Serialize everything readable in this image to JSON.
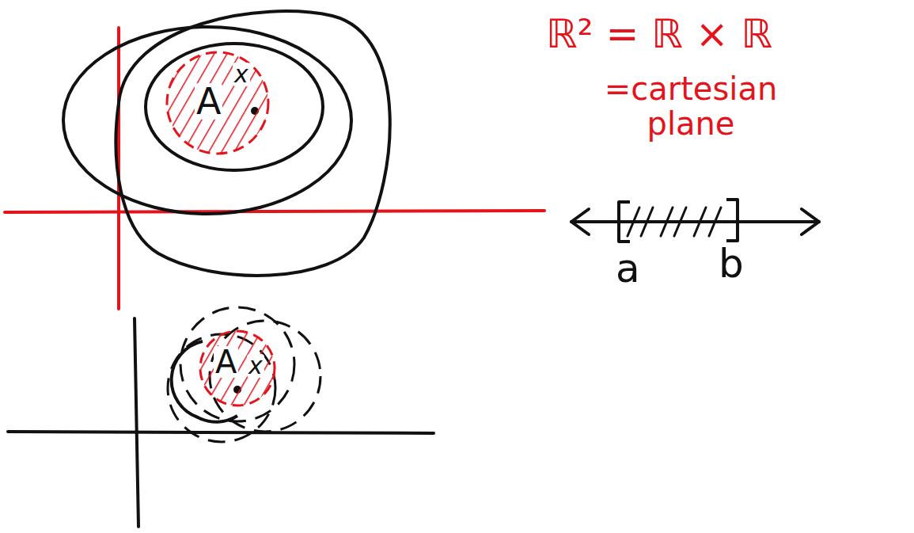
{
  "diagram": {
    "nodes": [
      {
        "text": [
          "A",
          "x"
        ]
      },
      {
        "text": [
          "A",
          "x"
        ]
      }
    ],
    "labels": [
      "ℝ² = ℝ × ℝ",
      "=cartesian plane",
      "a",
      "b"
    ]
  }
}
